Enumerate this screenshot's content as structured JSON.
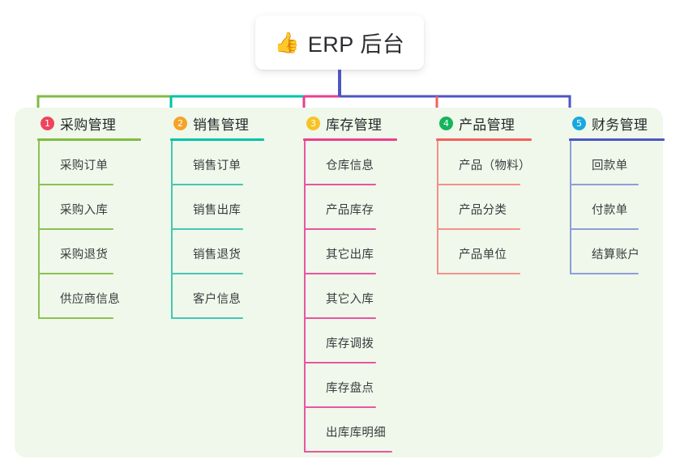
{
  "root": {
    "icon": "thumbs-up-icon",
    "emoji": "👍",
    "title": "ERP 后台"
  },
  "colors": {
    "panel_background": "#eff8ea",
    "page_background": "#ffffff",
    "card_background": "#ffffff",
    "title_text": "#2c2d30",
    "item_text": "#3a3c40",
    "trunk": "#4d55c4",
    "branch_green": "#7fbb42",
    "branch_teal": "#00bfa5",
    "branch_pink": "#e8408f",
    "branch_red": "#f4605c",
    "branch_blue": "#4d55c4"
  },
  "columns": [
    {
      "number": "1",
      "title": "采购管理",
      "badge_color": "#f0435e",
      "rule_color": "#7fbb42",
      "line_color": "#8cc152",
      "items": [
        {
          "label": "采购订单"
        },
        {
          "label": "采购入库"
        },
        {
          "label": "采购退货"
        },
        {
          "label": "供应商信息"
        }
      ]
    },
    {
      "number": "2",
      "title": "销售管理",
      "badge_color": "#f5a328",
      "rule_color": "#00c3a7",
      "line_color": "#45c7b5",
      "items": [
        {
          "label": "销售订单"
        },
        {
          "label": "销售出库"
        },
        {
          "label": "销售退货"
        },
        {
          "label": "客户信息"
        }
      ]
    },
    {
      "number": "3",
      "title": "库存管理",
      "badge_color": "#f7c324",
      "rule_color": "#e8408f",
      "line_color": "#e855a0",
      "items": [
        {
          "label": "仓库信息"
        },
        {
          "label": "产品库存"
        },
        {
          "label": "其它出库"
        },
        {
          "label": "其它入库"
        },
        {
          "label": "库存调拨"
        },
        {
          "label": "库存盘点"
        },
        {
          "label": "出库库明细"
        }
      ]
    },
    {
      "number": "4",
      "title": "产品管理",
      "badge_color": "#16b45c",
      "rule_color": "#f4605c",
      "line_color": "#f4908c",
      "items": [
        {
          "label": "产品（物料）"
        },
        {
          "label": "产品分类"
        },
        {
          "label": "产品单位"
        }
      ]
    },
    {
      "number": "5",
      "title": "财务管理",
      "badge_color": "#19a7e0",
      "rule_color": "#4d55c4",
      "line_color": "#8f9ddb",
      "items": [
        {
          "label": "回款单"
        },
        {
          "label": "付款单"
        },
        {
          "label": "结算账户"
        }
      ]
    }
  ]
}
